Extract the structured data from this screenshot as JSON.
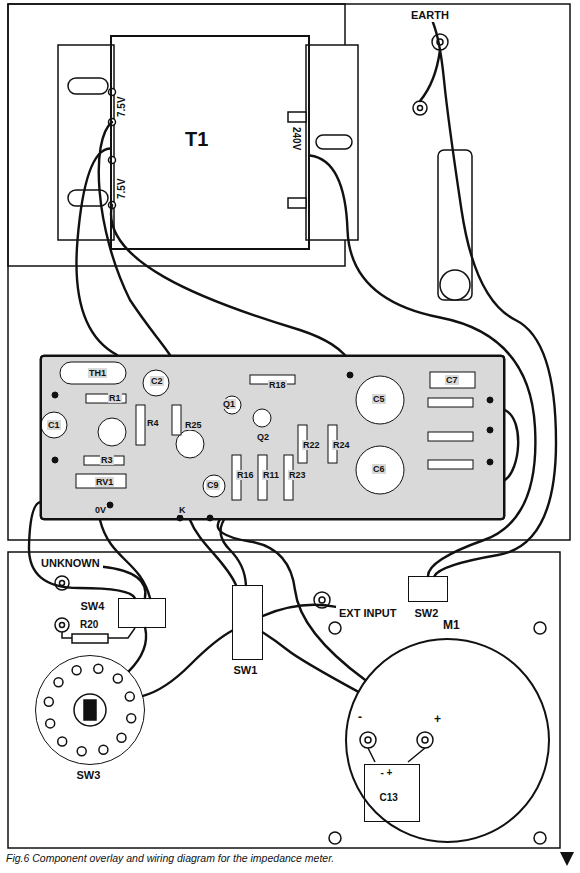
{
  "diagram": {
    "caption": "Fig.6 Component overlay and wiring diagram for the impedance meter.",
    "nodes": [
      {
        "text": [
          "EARTH"
        ]
      },
      {
        "text": [
          "T1",
          "7.5V",
          "7.5V",
          "240V"
        ]
      },
      {
        "text": [
          "TH1",
          "C1",
          "R1",
          "C2",
          "R4",
          "R25",
          "R3",
          "RV1",
          "0V",
          "K",
          "C9",
          "R18",
          "Q1",
          "Q2",
          "R16",
          "R11",
          "R23",
          "R22",
          "R24",
          "C5",
          "C6",
          "C7"
        ]
      },
      {
        "text": [
          "UNKNOWN"
        ]
      },
      {
        "text": [
          "SW4"
        ]
      },
      {
        "text": [
          "EXT INPUT"
        ]
      },
      {
        "text": [
          "SW1"
        ]
      },
      {
        "text": [
          "SW2"
        ]
      },
      {
        "text": [
          "SW3"
        ]
      },
      {
        "text": [
          "M1",
          "-",
          "+"
        ]
      },
      {
        "text": [
          "- +",
          "C13"
        ],
        "in": 9
      }
    ],
    "edges": [
      {
        "from": 1,
        "to": 2,
        "arrow": "none"
      },
      {
        "from": 1,
        "to": 7,
        "arrow": "none"
      },
      {
        "from": 0,
        "to": 7,
        "arrow": "none"
      },
      {
        "from": 2,
        "to": 4,
        "arrow": "none"
      },
      {
        "from": 4,
        "to": 3,
        "arrow": "none"
      },
      {
        "from": 2,
        "to": 6,
        "arrow": "none"
      },
      {
        "from": 6,
        "to": 5,
        "arrow": "none"
      },
      {
        "from": 6,
        "to": 9,
        "arrow": "none"
      },
      {
        "from": 2,
        "to": 9,
        "arrow": "none"
      },
      {
        "from": 4,
        "to": 8,
        "arrow": "none"
      },
      {
        "from": 6,
        "to": 8,
        "arrow": "none"
      }
    ],
    "labels": [
      "R20"
    ]
  }
}
